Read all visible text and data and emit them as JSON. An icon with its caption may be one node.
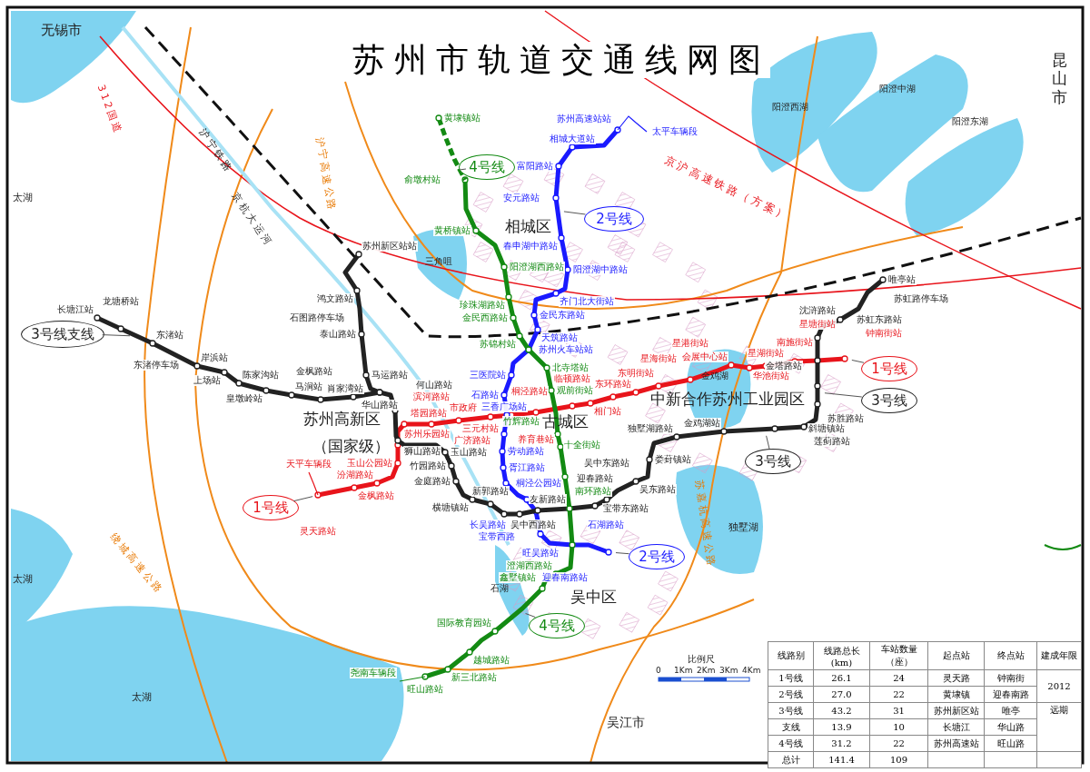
{
  "diagram": {
    "title": "苏州市轨道交通线网图",
    "nodes": [
      {
        "text": [
          "4号线"
        ]
      },
      {
        "text": [
          "2号线"
        ]
      },
      {
        "text": [
          "3号线支线"
        ]
      },
      {
        "text": [
          "1号线"
        ]
      },
      {
        "text": [
          "3号线"
        ]
      },
      {
        "text": [
          "3号线"
        ]
      },
      {
        "text": [
          "1号线"
        ]
      },
      {
        "text": [
          "2号线"
        ]
      },
      {
        "text": [
          "4号线"
        ]
      }
    ],
    "edges": [
      {
        "from": 0,
        "to": null,
        "arrow": "none"
      },
      {
        "from": 1,
        "to": null,
        "arrow": "none"
      },
      {
        "from": 2,
        "to": null,
        "arrow": "none"
      },
      {
        "from": 3,
        "to": null,
        "arrow": "none"
      },
      {
        "from": 4,
        "to": null,
        "arrow": "none"
      },
      {
        "from": 5,
        "to": null,
        "arrow": "none"
      },
      {
        "from": 6,
        "to": null,
        "arrow": "none"
      },
      {
        "from": 7,
        "to": null,
        "arrow": "none"
      },
      {
        "from": 8,
        "to": null,
        "arrow": "none"
      }
    ],
    "labels": [
      "无锡市",
      "昆山市",
      "312国道",
      "阳澄中湖",
      "阳澄西湖",
      "阳澄东湖",
      "沪宁铁路",
      "沪宁高速公路",
      "京沪高速铁路（方案）",
      "京杭大运河",
      "太湖",
      "相城区",
      "三角咀",
      "金鸡湖",
      "中新合作苏州工业园区",
      "苏州高新区",
      "古城区",
      "（国家级）",
      "独墅湖",
      "绕城高速公路",
      "苏嘉杭高速公路",
      "太湖",
      "石湖",
      "吴中区",
      "比例尺",
      "0",
      "1Km",
      "2Km",
      "3Km",
      "4Km",
      "太湖",
      "吴江市",
      "灵天路站",
      "天平车辆段",
      "金枫路站",
      "汾湖路站",
      "玉山公园站",
      "苏州乐园站",
      "塔园路站",
      "滨河路站",
      "三元村站",
      "市政府",
      "桐泾路站",
      "广济路站",
      "养育巷站",
      "临顿路站",
      "相门站",
      "东环路站",
      "东明街站",
      "星海街站",
      "星港街站",
      "会展中心站",
      "华池街站",
      "星湖街站",
      "南施街站",
      "星塘街站",
      "钟南街站",
      "太平车辆段",
      "苏州高速站站",
      "相城大道站",
      "富阳路站",
      "安元路站",
      "春申湖中路站",
      "阳澄湖中路站",
      "齐门北大街站",
      "金民东路站",
      "天筑路站",
      "苏州火车站站",
      "三医院站",
      "石路站",
      "三香广场站",
      "劳动路站",
      "胥江路站",
      "桐泾公园站",
      "长吴路站",
      "宝带西路",
      "旺吴路站",
      "石湖路站",
      "迎春南路站",
      "苏州新区站站",
      "鸿文路站",
      "石图路停车场",
      "泰山路站",
      "马运路站",
      "华山路站",
      "何山路站",
      "狮山路站",
      "玉山路站",
      "竹园路站",
      "金庭路站",
      "横塘镇站",
      "新郭路站",
      "吴中西路站",
      "友新路站",
      "宝带东路站",
      "迎春路站",
      "吴中东路站",
      "吴东路站",
      "娄葑镇站",
      "独墅湖路站",
      "金鸡湖站",
      "斜塘镇站",
      "莲蓟路站",
      "苏胜路站",
      "金塔路站",
      "沈浒路站",
      "苏虹东路站",
      "唯亭站",
      "苏虹路停车场",
      "长塘江站",
      "龙塘桥站",
      "东渚站",
      "东渚停车场",
      "岸浜站",
      "上场站",
      "陈家沟站",
      "皇墩岭站",
      "马涧站",
      "肖家湾站",
      "金枫路站",
      "黄埭镇站",
      "俞墩村站",
      "黄桥镇站",
      "阳澄湖西路站",
      "珍珠湖路站",
      "金民西路站",
      "苏锦村站",
      "北寺塔站",
      "观前街站",
      "十全街站",
      "竹辉路站",
      "南环路站",
      "澄湖西路站",
      "鑫墅镇站",
      "国际教育园站",
      "越城路站",
      "新三北路站",
      "旺山路站",
      "尧南车辆段",
      "线路别",
      "线路总长 (km)",
      "车站数量（座）",
      "起点站",
      "终点站",
      "建成年限",
      "1号线",
      "26.1",
      "24",
      "灵天路",
      "钟南街",
      "2012",
      "2号线",
      "27.0",
      "22",
      "黄埭镇",
      "迎春南路",
      "3号线",
      "43.2",
      "31",
      "苏州新区站",
      "唯亭",
      "远期",
      "支线",
      "13.9",
      "10",
      "长塘江",
      "华山路",
      "4号线",
      "31.2",
      "22",
      "苏州高速站",
      "旺山路",
      "总计",
      "141.4",
      "109"
    ]
  }
}
